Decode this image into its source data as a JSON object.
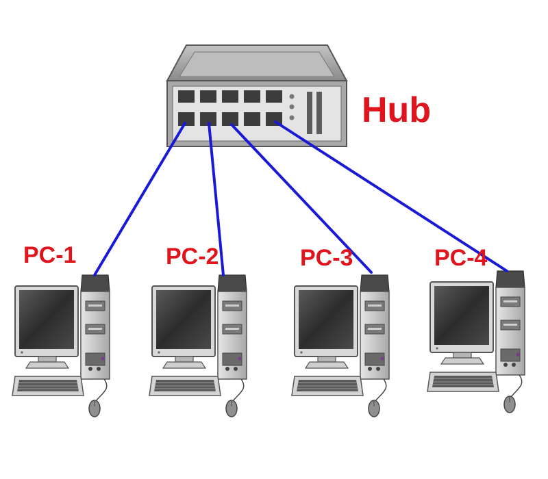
{
  "hub": {
    "label": "Hub",
    "label_color": "#e0141c"
  },
  "cable_color": "#1a1ad6",
  "computers": [
    {
      "label": "PC-1"
    },
    {
      "label": "PC-2"
    },
    {
      "label": "PC-3"
    },
    {
      "label": "PC-4"
    }
  ],
  "colors": {
    "pc_label": "#e0141c",
    "chassis_light": "#d6d6d6",
    "chassis_dark": "#6f6f6f",
    "screen": "#3a3a3a"
  }
}
